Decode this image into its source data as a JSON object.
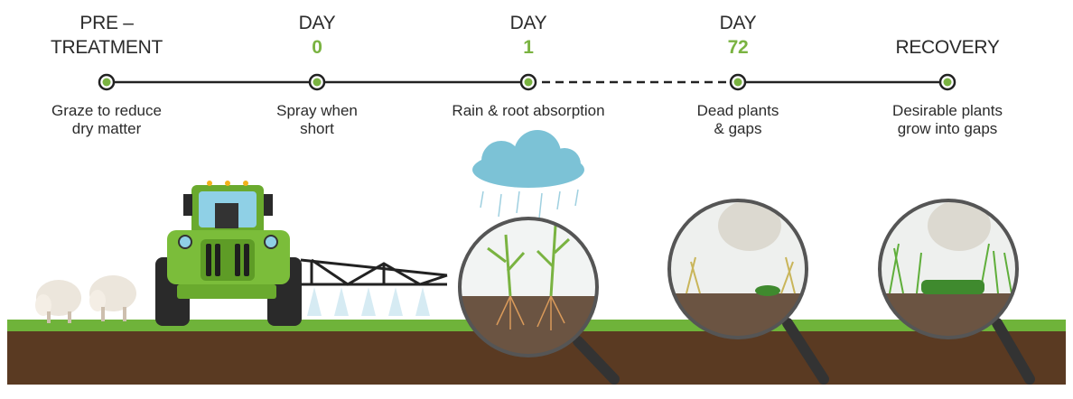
{
  "colors": {
    "accent": "#7ab341",
    "line": "#222222",
    "soil": "#5a3a22",
    "grass": "#6fb33a"
  },
  "timeline": [
    {
      "line1": "PRE –",
      "line2": "TREATMENT",
      "green": false,
      "desc1": "Graze to reduce",
      "desc2": "dry matter"
    },
    {
      "line1": "DAY",
      "line2": "0",
      "green": true,
      "desc1": "Spray when",
      "desc2": "short"
    },
    {
      "line1": "DAY",
      "line2": "1",
      "green": true,
      "desc1": "Rain & root absorption",
      "desc2": ""
    },
    {
      "line1": "DAY",
      "line2": "72",
      "green": true,
      "desc1": "Dead plants",
      "desc2": "& gaps"
    },
    {
      "line1": "",
      "line2": "RECOVERY",
      "green": false,
      "desc1": "Desirable plants",
      "desc2": "grow into gaps"
    }
  ]
}
